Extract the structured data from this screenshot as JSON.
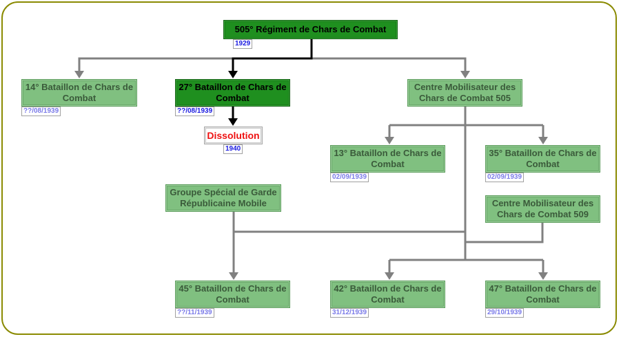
{
  "diagram": {
    "nodes": {
      "regiment_505": {
        "label": "505° Régiment de Chars de Combat",
        "date": "1929",
        "style": "active"
      },
      "bcc_14": {
        "label": "14° Bataillon de Chars de Combat",
        "date": "??/08/1939",
        "style": "inactive"
      },
      "bcc_27": {
        "label": "27° Bataillon de Chars de Combat",
        "date": "??/08/1939",
        "style": "active"
      },
      "dissolution": {
        "label": "Dissolution",
        "date": "1940",
        "style": "terminal"
      },
      "centre_505": {
        "label": "Centre Mobilisateur des Chars de Combat 505",
        "style": "inactive"
      },
      "bcc_13": {
        "label": "13° Bataillon de Chars de Combat",
        "date": "02/09/1939",
        "style": "inactive"
      },
      "bcc_35": {
        "label": "35° Bataillon de Chars de Combat",
        "date": "02/09/1939",
        "style": "inactive"
      },
      "gsrm": {
        "label": "Groupe Spécial de Garde Républicaine Mobile",
        "style": "inactive"
      },
      "centre_509": {
        "label": "Centre Mobilisateur des Chars de Combat 509",
        "style": "inactive"
      },
      "bcc_45": {
        "label": "45° Bataillon de Chars de Combat",
        "date": "??/11/1939",
        "style": "inactive"
      },
      "bcc_42": {
        "label": "42° Bataillon de Chars de Combat",
        "date": "31/12/1939",
        "style": "inactive"
      },
      "bcc_47": {
        "label": "47° Bataillon de Chars de Combat",
        "date": "29/10/1939",
        "style": "inactive"
      }
    },
    "edges": [
      {
        "from": "regiment_505",
        "to": "bcc_14",
        "style": "inactive"
      },
      {
        "from": "regiment_505",
        "to": "bcc_27",
        "style": "active"
      },
      {
        "from": "regiment_505",
        "to": "centre_505",
        "style": "inactive"
      },
      {
        "from": "bcc_27",
        "to": "dissolution",
        "style": "active"
      },
      {
        "from": "centre_505",
        "to": "bcc_13",
        "style": "inactive"
      },
      {
        "from": "centre_505",
        "to": "bcc_35",
        "style": "inactive"
      },
      {
        "from": "centre_505",
        "to": "bcc_42",
        "style": "inactive"
      },
      {
        "from": "centre_505",
        "to": "bcc_47",
        "style": "inactive"
      },
      {
        "from": "centre_505",
        "to": "bcc_45",
        "style": "inactive"
      },
      {
        "from": "gsrm",
        "to": "bcc_45",
        "style": "inactive"
      },
      {
        "from": "centre_509",
        "to": "bcc_42",
        "style": "inactive"
      },
      {
        "from": "centre_509",
        "to": "bcc_47",
        "style": "inactive"
      }
    ],
    "colors": {
      "active_fill": "#1f8f1f",
      "inactive_fill": "#80c080",
      "active_link": "#000000",
      "inactive_link": "#808080",
      "terminal_text": "#ee1111",
      "frame_border": "#8a8a00"
    }
  }
}
